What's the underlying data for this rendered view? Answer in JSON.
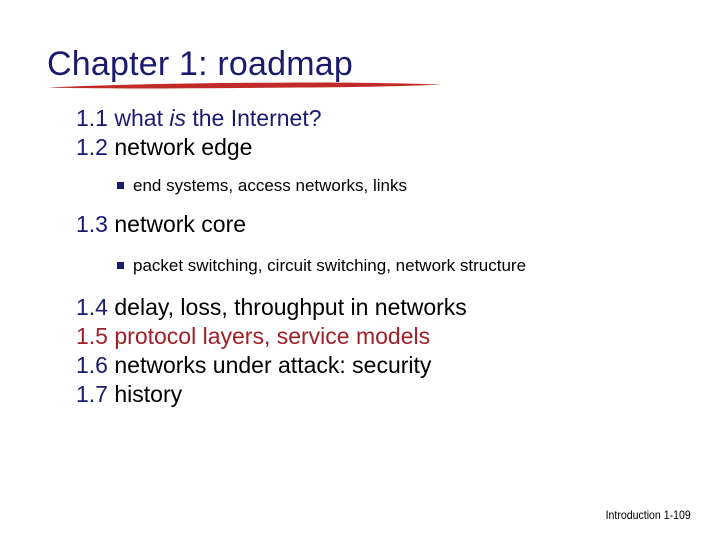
{
  "slide": {
    "title": "Chapter 1: roadmap",
    "title_color": "#1a1a6e",
    "underline_color": "#c02a28",
    "background_color": "#ffffff",
    "body_color": "#000000",
    "accent_red": "#a02028"
  },
  "items": [
    {
      "number": "1.1",
      "text": "what ",
      "italic": "is",
      "text_after": " the Internet?"
    },
    {
      "number": "1.2",
      "text": " network edge"
    },
    {
      "bullet": "end systems, access networks, links"
    },
    {
      "number": "1.3",
      "text": " network core"
    },
    {
      "bullet": "packet switching, circuit switching, network structure"
    },
    {
      "number": "1.4",
      "text": " delay, loss, throughput in networks"
    },
    {
      "number": "1.5",
      "text": " protocol layers, service models"
    },
    {
      "number": "1.6",
      "text": " networks under attack: security"
    },
    {
      "number": "1.7",
      "text": " history"
    }
  ],
  "footer": {
    "text": "Introduction 1-109"
  }
}
